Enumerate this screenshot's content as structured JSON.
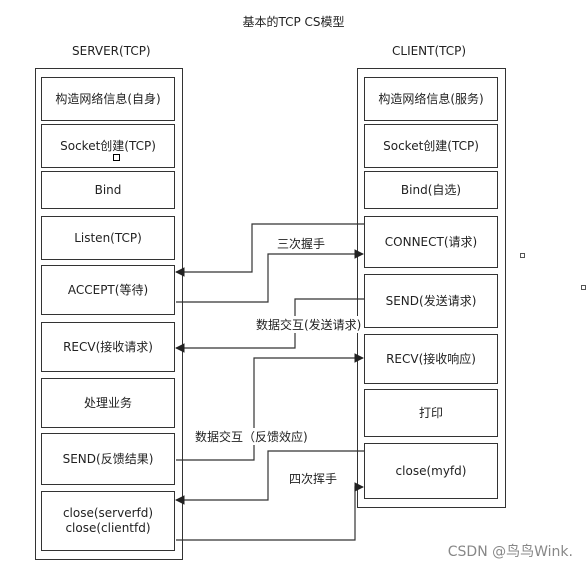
{
  "title": "基本的TCP CS模型",
  "server": {
    "label": "SERVER(TCP)",
    "boxes": [
      "构造网络信息(自身)",
      "Socket创建(TCP)",
      "Bind",
      "Listen(TCP)",
      "ACCEPT(等待)",
      "RECV(接收请求)",
      "处理业务",
      "SEND(反馈结果)",
      "close(serverfd)\nclose(clientfd)"
    ]
  },
  "client": {
    "label": "CLIENT(TCP)",
    "boxes": [
      "构造网络信息(服务)",
      "Socket创建(TCP)",
      "Bind(自选)",
      "CONNECT(请求)",
      "SEND(发送请求)",
      "RECV(接收响应)",
      "打印",
      "close(myfd)"
    ]
  },
  "connectors": {
    "handshake": "三次握手",
    "exchange_request": "数据交互(发送请求)",
    "exchange_response": "数据交互（反馈效应)",
    "wave": "四次挥手"
  },
  "watermark": "CSDN @鸟鸟Wink."
}
